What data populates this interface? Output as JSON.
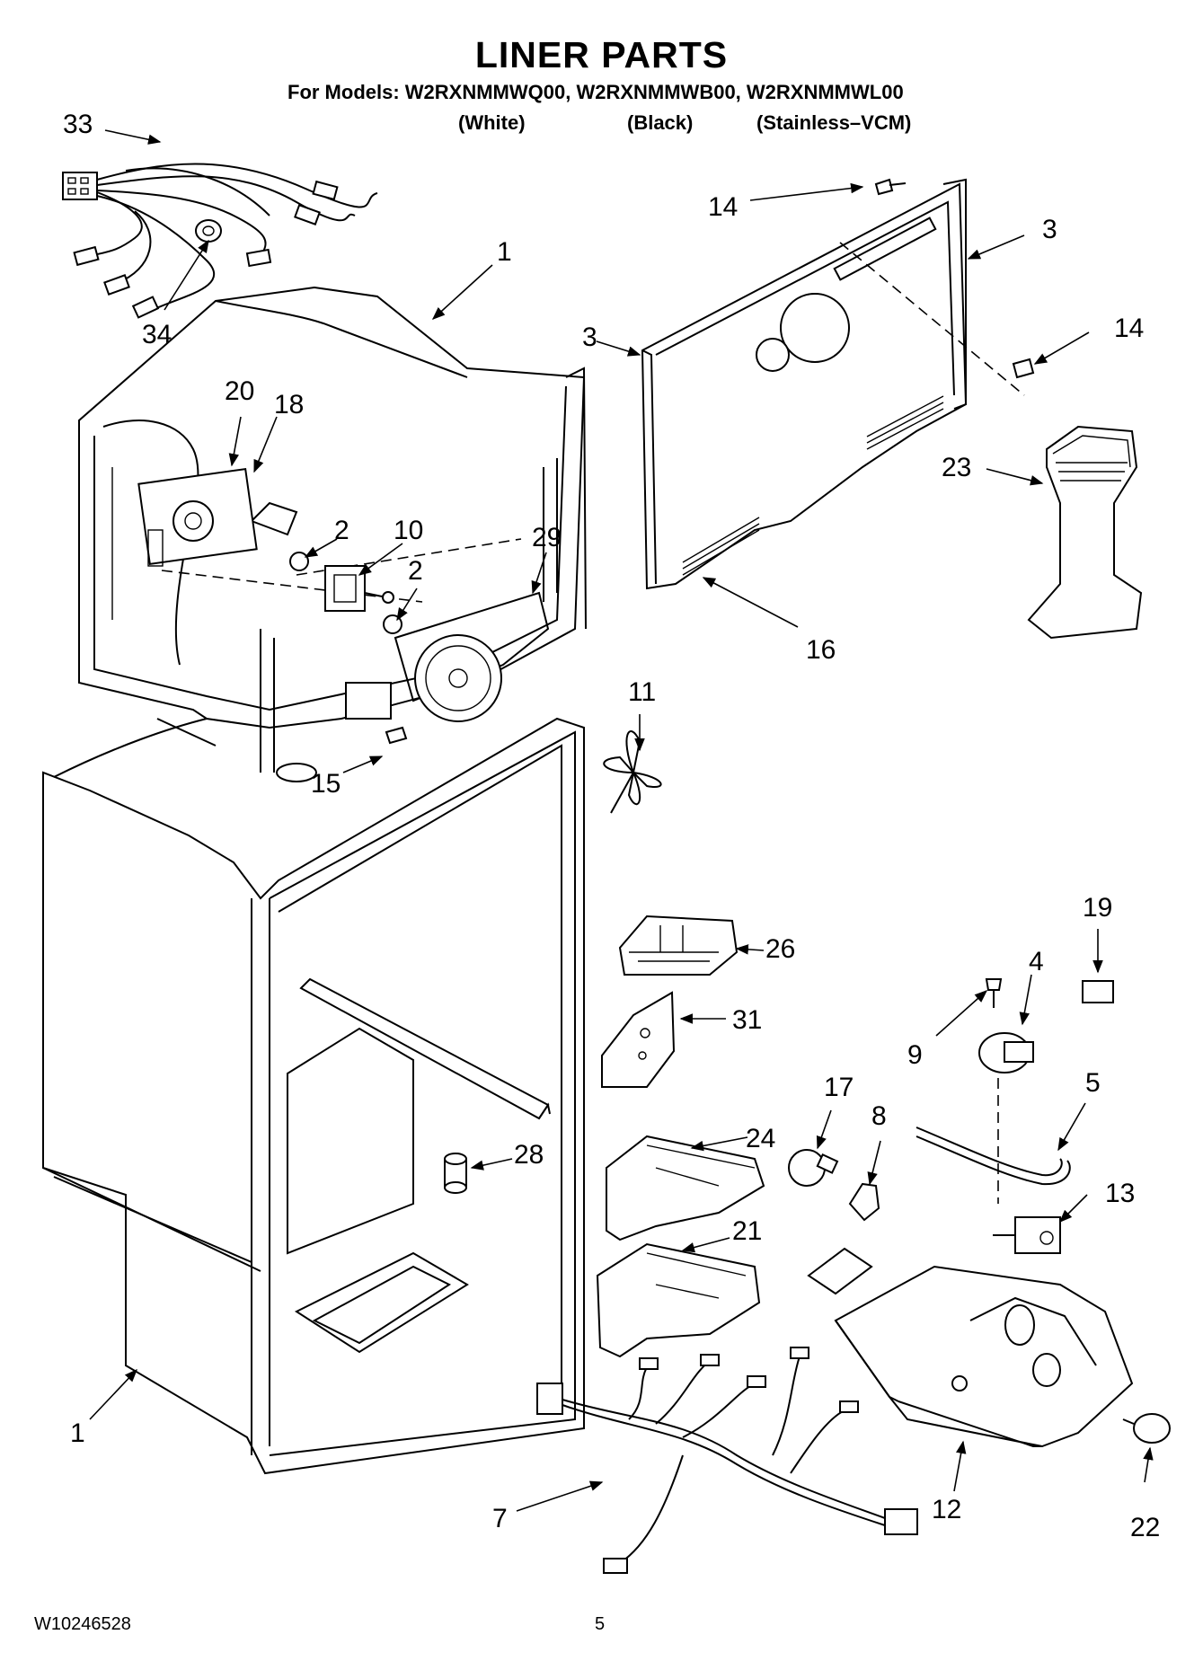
{
  "header": {
    "title": "LINER PARTS",
    "models_line": "For Models: W2RXNMMWQ00, W2RXNMMWB00, W2RXNMMWL00",
    "variant_white": "(White)",
    "variant_black": "(Black)",
    "variant_stainless": "(Stainless–VCM)"
  },
  "callouts": {
    "c33": "33",
    "c34": "34",
    "c1a": "1",
    "c14a": "14",
    "c3a": "3",
    "c3b": "3",
    "c14b": "14",
    "c20": "20",
    "c18": "18",
    "c2a": "2",
    "c10": "10",
    "c2b": "2",
    "c29": "29",
    "c23": "23",
    "c16": "16",
    "c11": "11",
    "c15": "15",
    "c19": "19",
    "c26": "26",
    "c4": "4",
    "c9": "9",
    "c31": "31",
    "c5": "5",
    "c17": "17",
    "c8": "8",
    "c24": "24",
    "c28": "28",
    "c13": "13",
    "c21": "21",
    "c1b": "1",
    "c7": "7",
    "c12": "12",
    "c22": "22"
  },
  "footer": {
    "doc_number": "W10246528",
    "page_number": "5"
  }
}
